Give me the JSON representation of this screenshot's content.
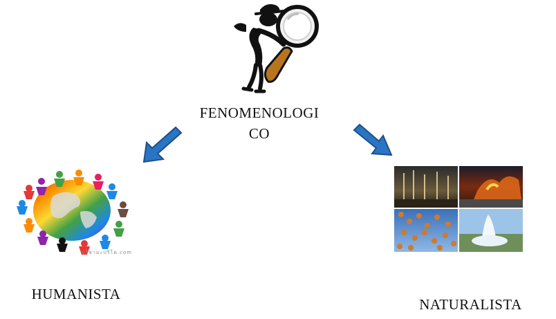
{
  "center": {
    "label": "FENOMENOLOGI\nCO"
  },
  "left": {
    "label": "HUMANISTA",
    "watermark": "ปรีชามะปรีโค.com"
  },
  "right": {
    "label": "NATURALISTA"
  },
  "colors": {
    "arrow": "#2a74c4",
    "arrow_dark": "#1d4f8a",
    "magnifier_handle": "#b8741f",
    "figure": "#111111"
  },
  "icons": {
    "center": "detective-magnifier-icon",
    "left": "people-around-globe-icon",
    "right": "nature-collage-icon"
  }
}
